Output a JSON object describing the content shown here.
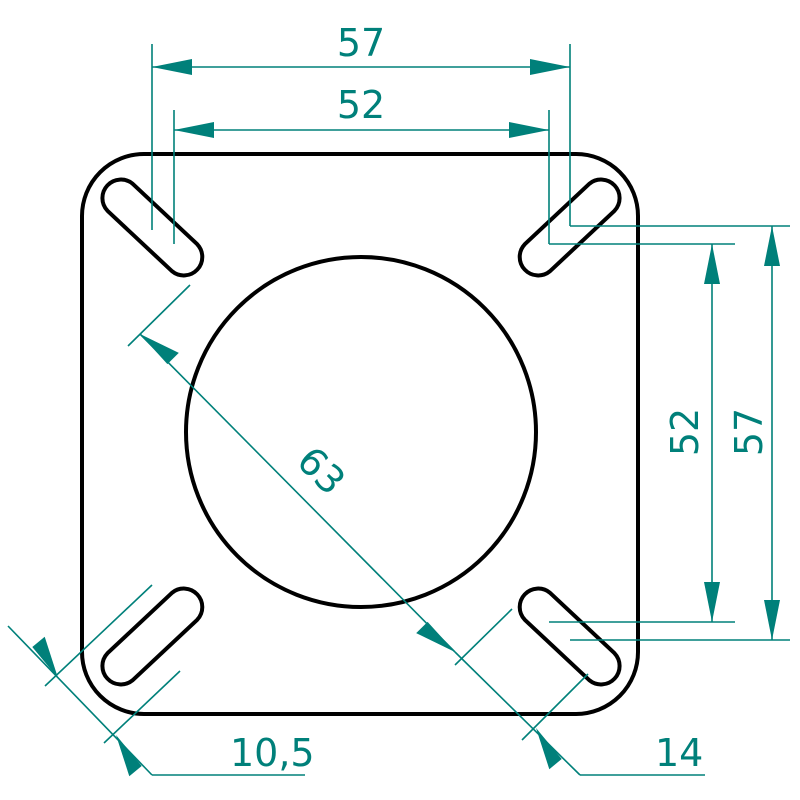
{
  "colors": {
    "dimension": "#00807a",
    "outline": "#000000",
    "background": "#ffffff"
  },
  "dimensions": {
    "top_outer": "57",
    "top_inner": "52",
    "right_inner": "52",
    "right_outer": "57",
    "diagonal": "63",
    "slot_width": "10,5",
    "slot_length": "14"
  }
}
